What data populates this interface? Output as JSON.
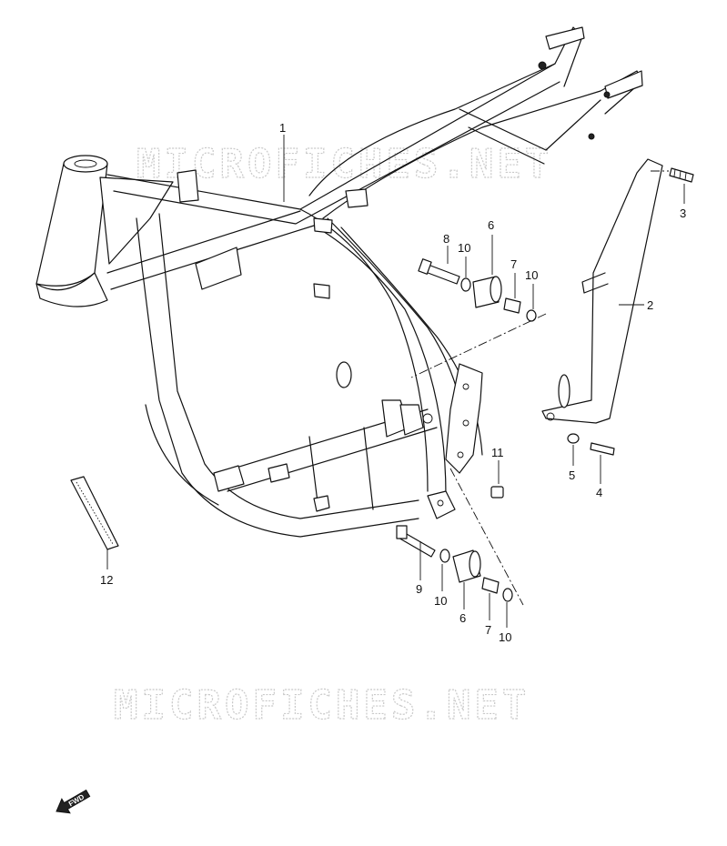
{
  "watermark": "MICROFICHES.NET",
  "fwd_label": "FWD",
  "callouts": [
    "1",
    "2",
    "3",
    "4",
    "5",
    "6",
    "7",
    "8",
    "9",
    "10",
    "11",
    "12"
  ]
}
